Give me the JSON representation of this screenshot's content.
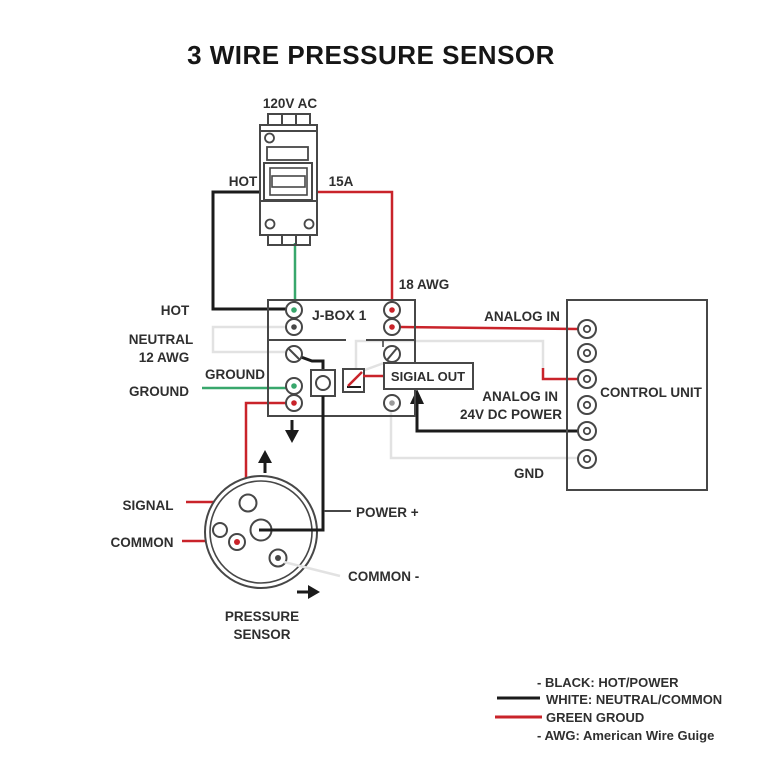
{
  "title": "3 WIRE PRESSURE SENSOR",
  "colors": {
    "wire_black": "#1b1b1b",
    "wire_red": "#c9232a",
    "wire_green": "#38a76c",
    "wire_white": "#e2e2e2",
    "outline": "#474747",
    "text": "#2f2f2f"
  },
  "breaker": {
    "voltage_label": "120V AC",
    "hot_label": "HOT",
    "rating_label": "15A"
  },
  "jbox": {
    "box_label": "J-BOX 1",
    "awg18_label": "18 AWG",
    "hot_label": "HOT",
    "neutral_label": "NEUTRAL",
    "awg12_label": "12 AWG",
    "ground_wire_label": "GROUND",
    "ground_label": "GROUND",
    "signal_out_label": "SIGIAL OUT"
  },
  "control_unit": {
    "name": "CONTROL UNIT",
    "analog_in_top_label": "ANALOG IN",
    "analog_in_label": "ANALOG IN",
    "dc_power_label": "24V DC POWER",
    "gnd_label": "GND"
  },
  "sensor": {
    "signal_label": "SIGNAL",
    "common_label": "COMMON",
    "power_plus_label": "POWER +",
    "common_minus_label": "COMMON -",
    "name_line1": "PRESSURE",
    "name_line2": "SENSOR"
  },
  "legend": {
    "items": [
      {
        "label": "- BLACK: HOT/POWER",
        "swatch_color": ""
      },
      {
        "label": "WHITE: NEUTRAL/COMMON",
        "swatch_color": "#1b1b1b"
      },
      {
        "label": "GREEN GROUD",
        "swatch_color": "#c9232a"
      },
      {
        "label": "- AWG: American Wire Guige",
        "swatch_color": ""
      }
    ]
  }
}
